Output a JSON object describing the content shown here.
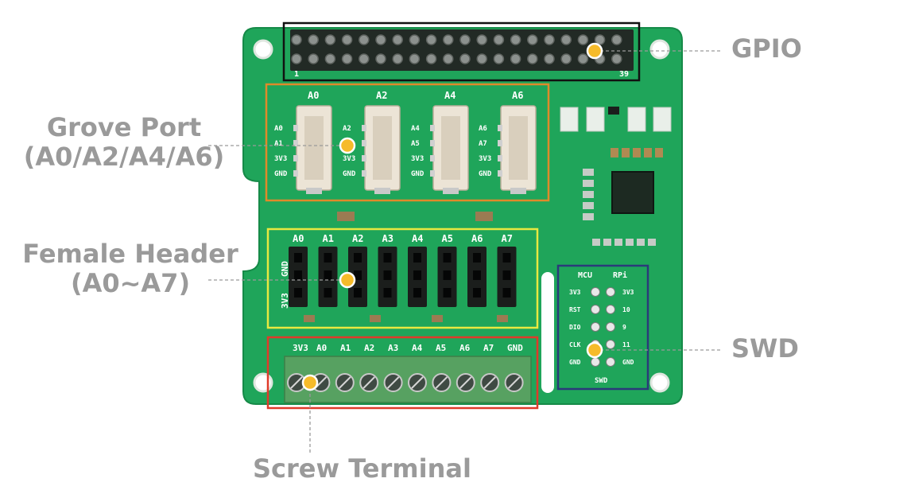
{
  "callouts": {
    "gpio": "GPIO",
    "grove_port_line1": "Grove Port",
    "grove_port_line2": "(A0/A2/A4/A6)",
    "female_header_line1": "Female Header",
    "female_header_line2": "(A0~A7)",
    "swd": "SWD",
    "screw_terminal": "Screw Terminal"
  },
  "gpio_header": {
    "pin_first": "1",
    "pin_last": "39"
  },
  "grove_ports": [
    {
      "title": "A0",
      "pins": [
        "A0",
        "A1",
        "3V3",
        "GND"
      ]
    },
    {
      "title": "A2",
      "pins": [
        "A2",
        "A3",
        "3V3",
        "GND"
      ]
    },
    {
      "title": "A4",
      "pins": [
        "A4",
        "A5",
        "3V3",
        "GND"
      ]
    },
    {
      "title": "A6",
      "pins": [
        "A6",
        "A7",
        "3V3",
        "GND"
      ]
    }
  ],
  "female_header": {
    "labels": [
      "A0",
      "A1",
      "A2",
      "A3",
      "A4",
      "A5",
      "A6",
      "A7"
    ],
    "side_labels": [
      "GND",
      "3V3"
    ]
  },
  "screw_terminal_labels": [
    "3V3",
    "A0",
    "A1",
    "A2",
    "A3",
    "A4",
    "A5",
    "A6",
    "A7",
    "GND"
  ],
  "swd": {
    "head_mcu": "MCU",
    "head_rpi": "RPi",
    "left_labels": [
      "3V3",
      "RST",
      "DIO",
      "CLK",
      "GND"
    ],
    "right_labels": [
      "3V3",
      "10",
      "9",
      "11",
      "GND"
    ],
    "footer": "SWD"
  },
  "colors": {
    "pcb": "#1fa55a",
    "gpio_box": "#111111",
    "grove_box": "#e08a2a",
    "female_box": "#e8e840",
    "screw_box": "#e03a2a",
    "swd_box": "#2a3a7a",
    "marker": "#f6bb2a",
    "callout_text": "#9a9a9a"
  }
}
